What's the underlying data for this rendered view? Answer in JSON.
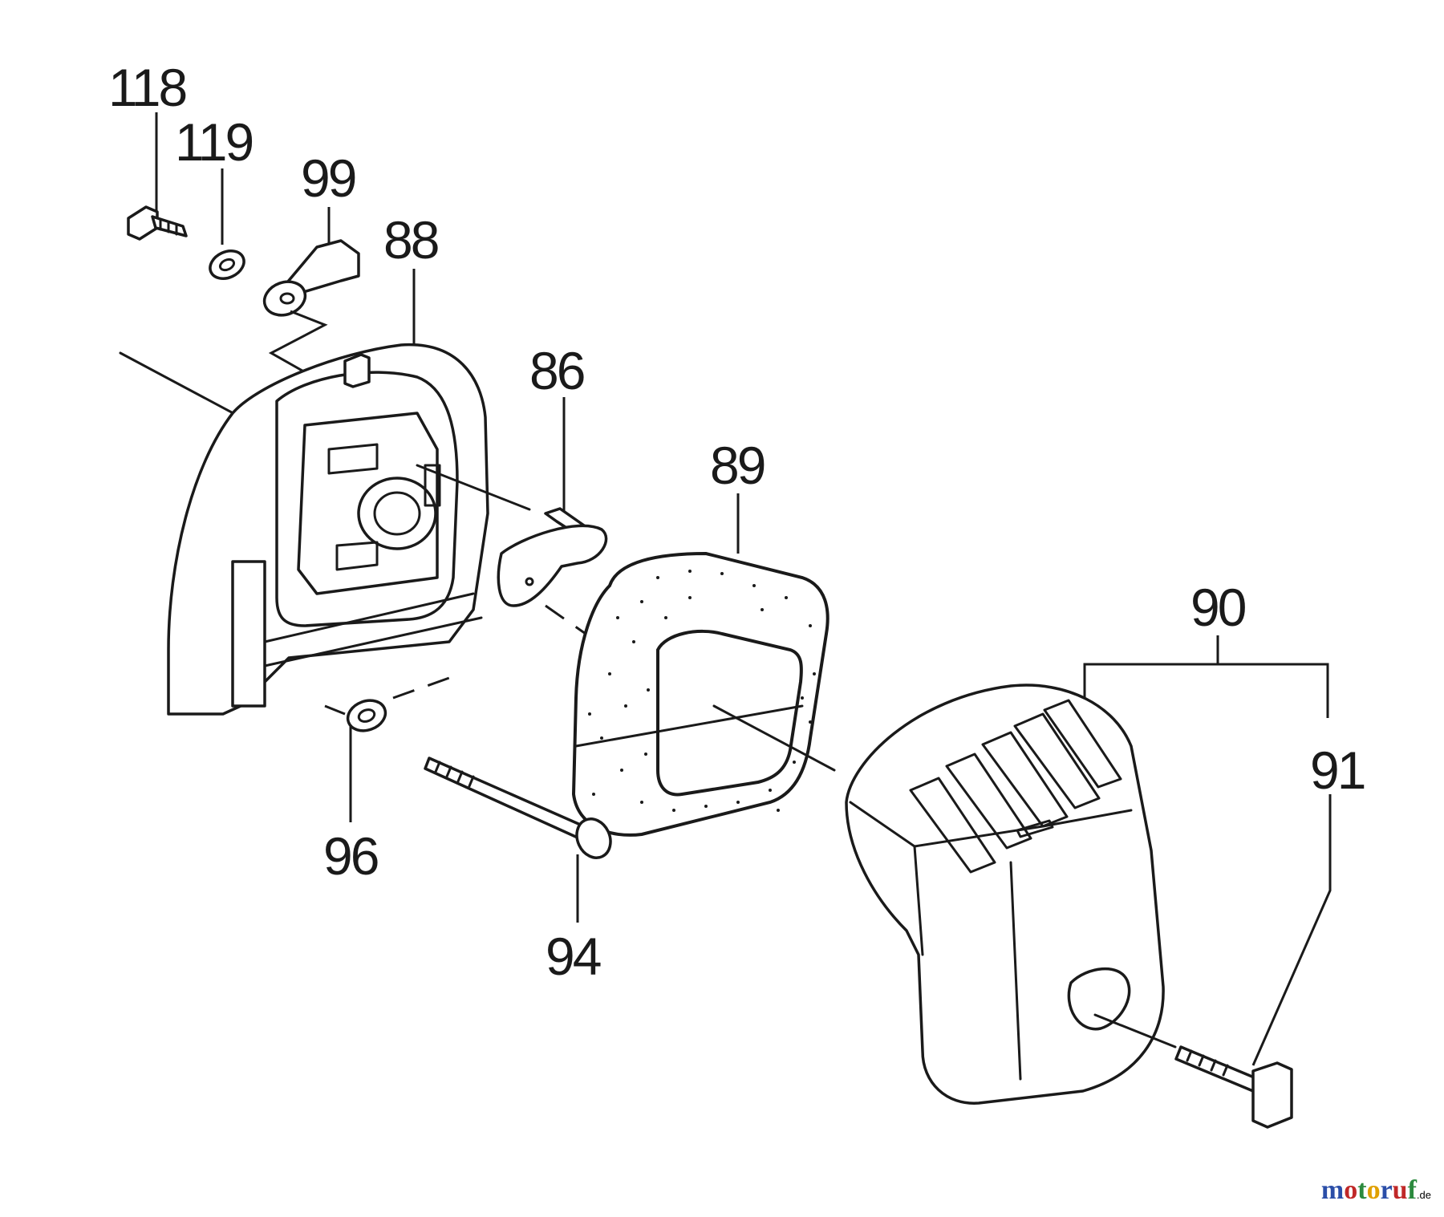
{
  "callouts": {
    "p118": "118",
    "p119": "119",
    "p99": "99",
    "p88": "88",
    "p86": "86",
    "p89": "89",
    "p90": "90",
    "p91": "91",
    "p96": "96",
    "p94": "94"
  },
  "watermark": {
    "letters": [
      "m",
      "o",
      "t",
      "o",
      "r",
      "u",
      "f"
    ],
    "colors": [
      "#2b4ea8",
      "#c02828",
      "#2b8a3e",
      "#e0a000",
      "#2b4ea8",
      "#c02828",
      "#2b8a3e"
    ],
    "suffix": ".de"
  }
}
